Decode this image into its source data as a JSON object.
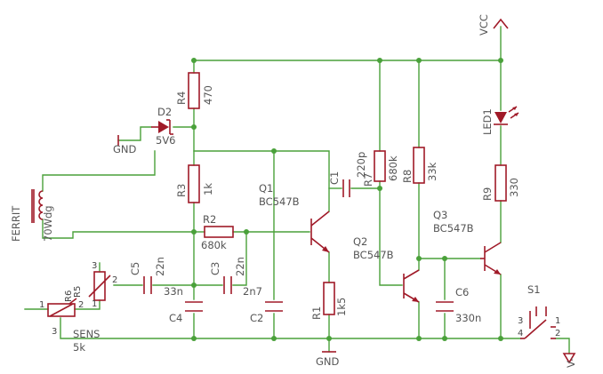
{
  "labels": {
    "vcc": "VCC",
    "d2_name": "D2",
    "d2_value": "5V6",
    "gnd_left": "GND",
    "gnd_bottom": "GND",
    "r4_name": "R4",
    "r4_value": "470",
    "r3_name": "R3",
    "r3_value": "1k",
    "r2_name": "R2",
    "r2_value": "680k",
    "r1_name": "R1",
    "r1_value": "1k5",
    "r7_name": "R7",
    "r7_value": "680k",
    "r8_name": "R8",
    "r8_value": "33k",
    "r9_name": "R9",
    "r9_value": "330",
    "c1_name": "C1",
    "c1_value": "220p",
    "c2_name": "C2",
    "c2_value": "2n7",
    "c3_name": "C3",
    "c3_value": "22n",
    "c4_name": "C4",
    "c4_value": "33n",
    "c5_name": "C5",
    "c5_value": "22n",
    "c6_name": "C6",
    "c6_value": "330n",
    "q1_name": "Q1",
    "q1_value": "BC547B",
    "q2_name": "Q2",
    "q2_value": "BC547B",
    "q3_name": "Q3",
    "q3_value": "BC547B",
    "led_name": "LED1",
    "s1_name": "S1",
    "ferrit_name": "FERRIT",
    "ferrit_value": "70Wdg",
    "sens_name": "SENS",
    "sens_value": "5k",
    "r6_name": "R6",
    "r5_name": "R5",
    "vminus": "V-",
    "pin_1": "1",
    "pin_2": "2",
    "pin_3": "3",
    "pin_4": "4"
  }
}
